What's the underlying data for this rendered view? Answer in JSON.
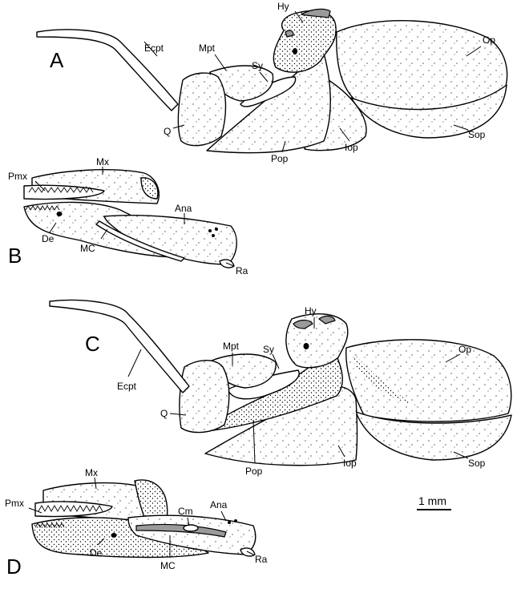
{
  "panels": {
    "a": {
      "letter": "A",
      "labels": {
        "hy": "Hy",
        "ecpt": "Ecpt",
        "mpt": "Mpt",
        "sy": "Sy",
        "op": "Op",
        "q": "Q",
        "iop": "Iop",
        "sop": "Sop",
        "pop": "Pop"
      }
    },
    "b": {
      "letter": "B",
      "labels": {
        "pmx": "Pmx",
        "mx": "Mx",
        "ana": "Ana",
        "de": "De",
        "mc": "MC",
        "ra": "Ra"
      }
    },
    "c": {
      "letter": "C",
      "labels": {
        "hy": "Hy",
        "mpt": "Mpt",
        "sy": "Sy",
        "op": "Op",
        "ecpt": "Ecpt",
        "q": "Q",
        "pop": "Pop",
        "iop": "Iop",
        "sop": "Sop"
      }
    },
    "d": {
      "letter": "D",
      "labels": {
        "mx": "Mx",
        "pmx": "Pmx",
        "cm": "Cm",
        "ana": "Ana",
        "de": "De",
        "mc": "MC",
        "ra": "Ra"
      }
    }
  },
  "scale_bar": {
    "label": "1 mm"
  },
  "colors": {
    "ink": "#000000",
    "cartilage": "#9a9a9a",
    "background": "#ffffff"
  }
}
